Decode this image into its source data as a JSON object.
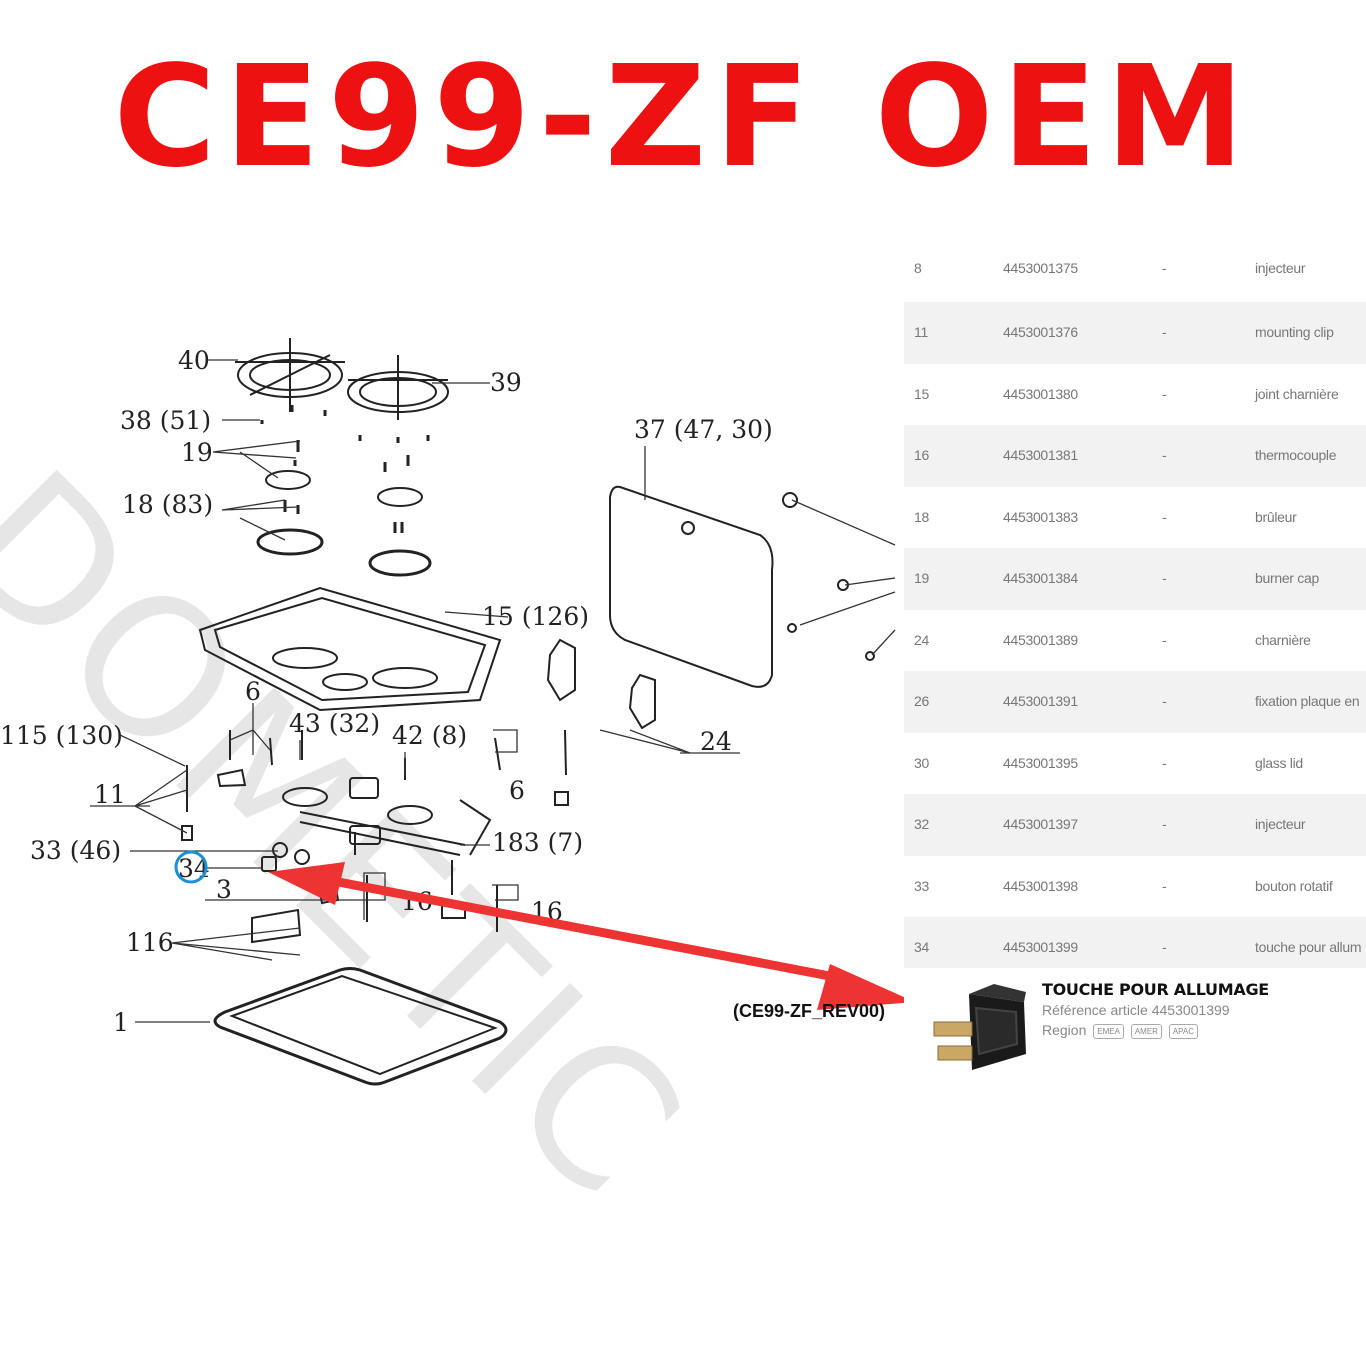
{
  "title": "CE99-ZF OEM",
  "watermark": "DOMETIC",
  "revision_label": "(CE99-ZF_REV00)",
  "callouts": [
    "40",
    "39",
    "38 (51)",
    "19",
    "18 (83)",
    "37 (47, 30)",
    "15 (126)",
    "6",
    "43 (32)",
    "42 (8)",
    "115 (130)",
    "24",
    "11",
    "6",
    "33 (46)",
    "183 (7)",
    "34",
    "3",
    "16",
    "16",
    "116",
    "1"
  ],
  "highlight_color": "#1a8fd8",
  "arrow_color": "#ee3333",
  "parts": [
    {
      "pos": "8",
      "ref": "4453001375",
      "dash": "-",
      "desc": "injecteur"
    },
    {
      "pos": "11",
      "ref": "4453001376",
      "dash": "-",
      "desc": "mounting clip"
    },
    {
      "pos": "15",
      "ref": "4453001380",
      "dash": "-",
      "desc": "joint charnière"
    },
    {
      "pos": "16",
      "ref": "4453001381",
      "dash": "-",
      "desc": "thermocouple"
    },
    {
      "pos": "18",
      "ref": "4453001383",
      "dash": "-",
      "desc": "brûleur"
    },
    {
      "pos": "19",
      "ref": "4453001384",
      "dash": "-",
      "desc": "burner cap"
    },
    {
      "pos": "24",
      "ref": "4453001389",
      "dash": "-",
      "desc": "charnière"
    },
    {
      "pos": "26",
      "ref": "4453001391",
      "dash": "-",
      "desc": "fixation plaque en"
    },
    {
      "pos": "30",
      "ref": "4453001395",
      "dash": "-",
      "desc": "glass lid"
    },
    {
      "pos": "32",
      "ref": "4453001397",
      "dash": "-",
      "desc": "injecteur"
    },
    {
      "pos": "33",
      "ref": "4453001398",
      "dash": "-",
      "desc": "bouton rotatif"
    },
    {
      "pos": "34",
      "ref": "4453001399",
      "dash": "-",
      "desc": "touche pour allum"
    }
  ],
  "product": {
    "name": "TOUCHE POUR ALLUMAGE",
    "ref_label": "Référence article",
    "ref_value": "4453001399",
    "region_label": "Region",
    "regions": [
      "EMEA",
      "AMER",
      "APAC"
    ]
  }
}
